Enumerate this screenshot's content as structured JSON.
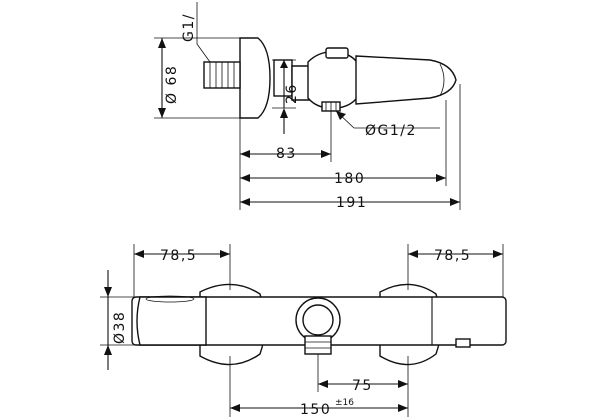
{
  "drawing": {
    "top_view": {
      "dim_diameter_68": "Ø 68",
      "dim_thread_top": "G1/",
      "dim_26": "26",
      "dim_thread_bottom": "ØG1/2",
      "dim_83": "83",
      "dim_180": "180",
      "dim_191": "191"
    },
    "front_view": {
      "dim_left_785": "78,5",
      "dim_right_785": "78,5",
      "dim_diameter_38": "Ø38",
      "dim_75": "75",
      "dim_150": "150",
      "dim_150_tolerance": "±16"
    }
  }
}
